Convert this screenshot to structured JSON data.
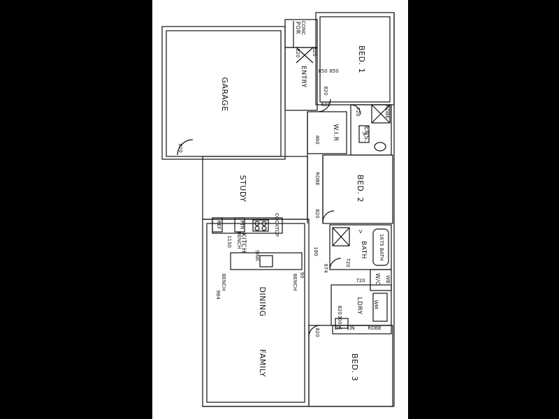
{
  "rooms": {
    "garage": "GARAGE",
    "entry": "ENTRY",
    "por": "POR",
    "bed1": "BED. 1",
    "wir": "W.I.R",
    "ens": "ENS.",
    "study": "STUDY",
    "bed2": "BED. 2",
    "kitchen": "KITCH",
    "bath": "BATH",
    "wc": "W/C",
    "ldry": "LDRY",
    "dining": "DINING",
    "family": "FAMILY",
    "bed3": "BED. 3"
  },
  "labels": {
    "conc": "CONC",
    "cooktop": "COOKTOP",
    "sink": "SINK",
    "bench": "BENCH",
    "pantry": "PTR",
    "ref": "REF",
    "robe1": "ROBE",
    "robe2": "ROBE",
    "robe3": "ROBE",
    "lin": "LIN",
    "dr": "DR",
    "bath_size": "1675 BATH",
    "wm": "WM",
    "bench_dining_left": "BENCH",
    "bench_dining_right": "BENCH",
    "wb": "WB",
    "v1": "V",
    "v2": "V"
  },
  "dimensions": {
    "d820_entry": "820",
    "d820_bed1_top": "820",
    "d850_a": "850",
    "d850_b": "850",
    "d820_entry2": "820",
    "d620": "620",
    "d820_garage": "820",
    "d720_ens": "720",
    "d460": "460",
    "d820_bed2": "820",
    "d1150": "1150",
    "d180": "180",
    "d974": "974",
    "d720_bath": "720",
    "d720_wc": "720",
    "d90": "90",
    "d984": "984",
    "d820_ldry": "820",
    "d820_bed3": "820",
    "d300": "300"
  }
}
